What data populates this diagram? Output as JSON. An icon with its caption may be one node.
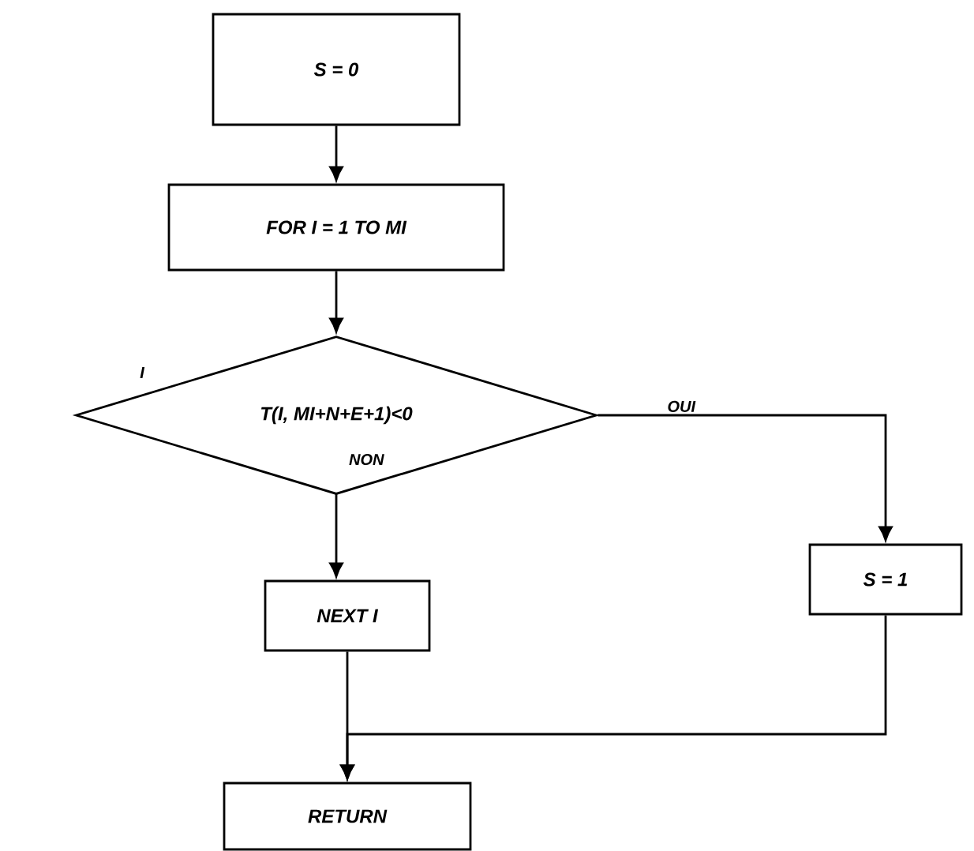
{
  "diagram": {
    "nodes": [
      {
        "text": [
          "S = 0"
        ]
      },
      {
        "text": [
          "FOR I = 1 TO MI"
        ]
      },
      {
        "text": [
          "T(I, MI+N+E+1)<0"
        ]
      },
      {
        "text": [
          "NEXT I"
        ]
      },
      {
        "text": [
          "S = 1"
        ]
      },
      {
        "text": [
          "RETURN"
        ]
      }
    ],
    "edges": [
      {
        "from": 0,
        "to": 1,
        "arrow": "to"
      },
      {
        "from": 1,
        "to": 2,
        "arrow": "to"
      },
      {
        "from": 2,
        "to": 4,
        "arrow": "to",
        "label": "OUI"
      },
      {
        "from": 2,
        "to": 3,
        "arrow": "to",
        "label": "NON"
      },
      {
        "from": 3,
        "to": 5,
        "arrow": "to"
      },
      {
        "from": 4,
        "to": 5,
        "arrow": "to"
      }
    ],
    "labels": [
      "I"
    ]
  }
}
